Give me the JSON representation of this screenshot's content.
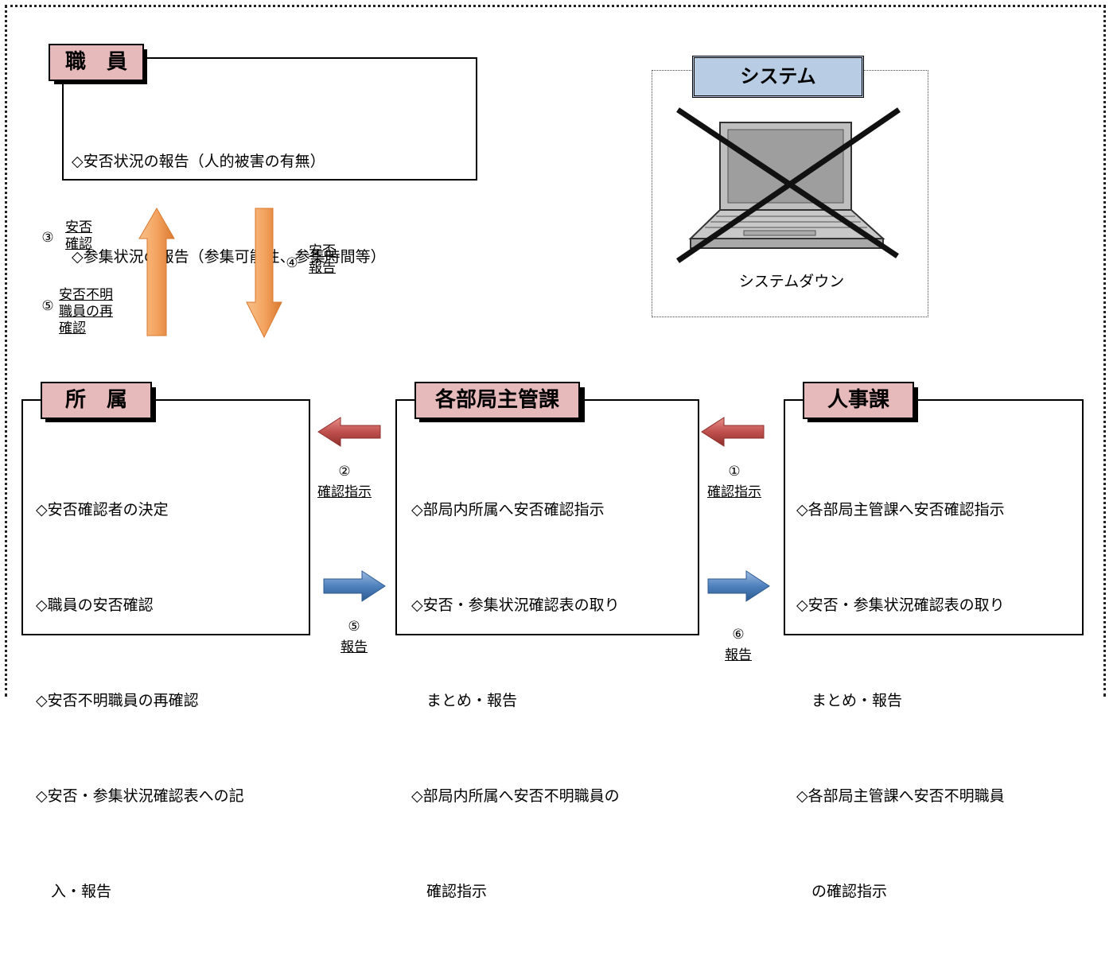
{
  "staff": {
    "tag": "職　員",
    "lines": [
      "◇安否状況の報告（人的被害の有無）",
      "◇参集状況の報告（参集可能性、参集時間等）"
    ]
  },
  "system": {
    "tag": "システム",
    "caption": "システムダウン"
  },
  "arrows_vertical": {
    "up_3_num": "③",
    "up_3_label_1": "安否",
    "up_3_label_2": "確認",
    "up_5_num": "⑤",
    "up_5_label_1": "安否不明",
    "up_5_label_2": "職員の再",
    "up_5_label_3": "確認",
    "down_4_num": "④",
    "down_4_label_1": "安否",
    "down_4_label_2": "報告"
  },
  "affiliation": {
    "tag": "所　属",
    "lines": [
      "◇安否確認者の決定",
      "◇職員の安否確認",
      "◇安否不明職員の再確認",
      "◇安否・参集状況確認表への記",
      "　入・報告"
    ]
  },
  "dept": {
    "tag": "各部局主管課",
    "lines": [
      "◇部局内所属へ安否確認指示",
      "◇安否・参集状況確認表の取り",
      "　まとめ・報告",
      "◇部局内所属へ安否不明職員の",
      "　確認指示"
    ]
  },
  "hr": {
    "tag": "人事課",
    "lines": [
      "◇各部局主管課へ安否確認指示",
      "◇安否・参集状況確認表の取り",
      "　まとめ・報告",
      "◇各部局主管課へ安否不明職員",
      "　の確認指示"
    ]
  },
  "arrows_horizontal": {
    "a2_num": "②",
    "a2_label": "確認指示",
    "a1_num": "①",
    "a1_label": "確認指示",
    "a5_num": "⑤",
    "a5_label": "報告",
    "a6_num": "⑥",
    "a6_label": "報告"
  },
  "colors": {
    "tag_pink": "#e6b9bb",
    "system_blue": "#b8cce4",
    "arrow_orange": "#f0a05a",
    "arrow_red": "#c0504d",
    "arrow_blue": "#4f81bd"
  }
}
